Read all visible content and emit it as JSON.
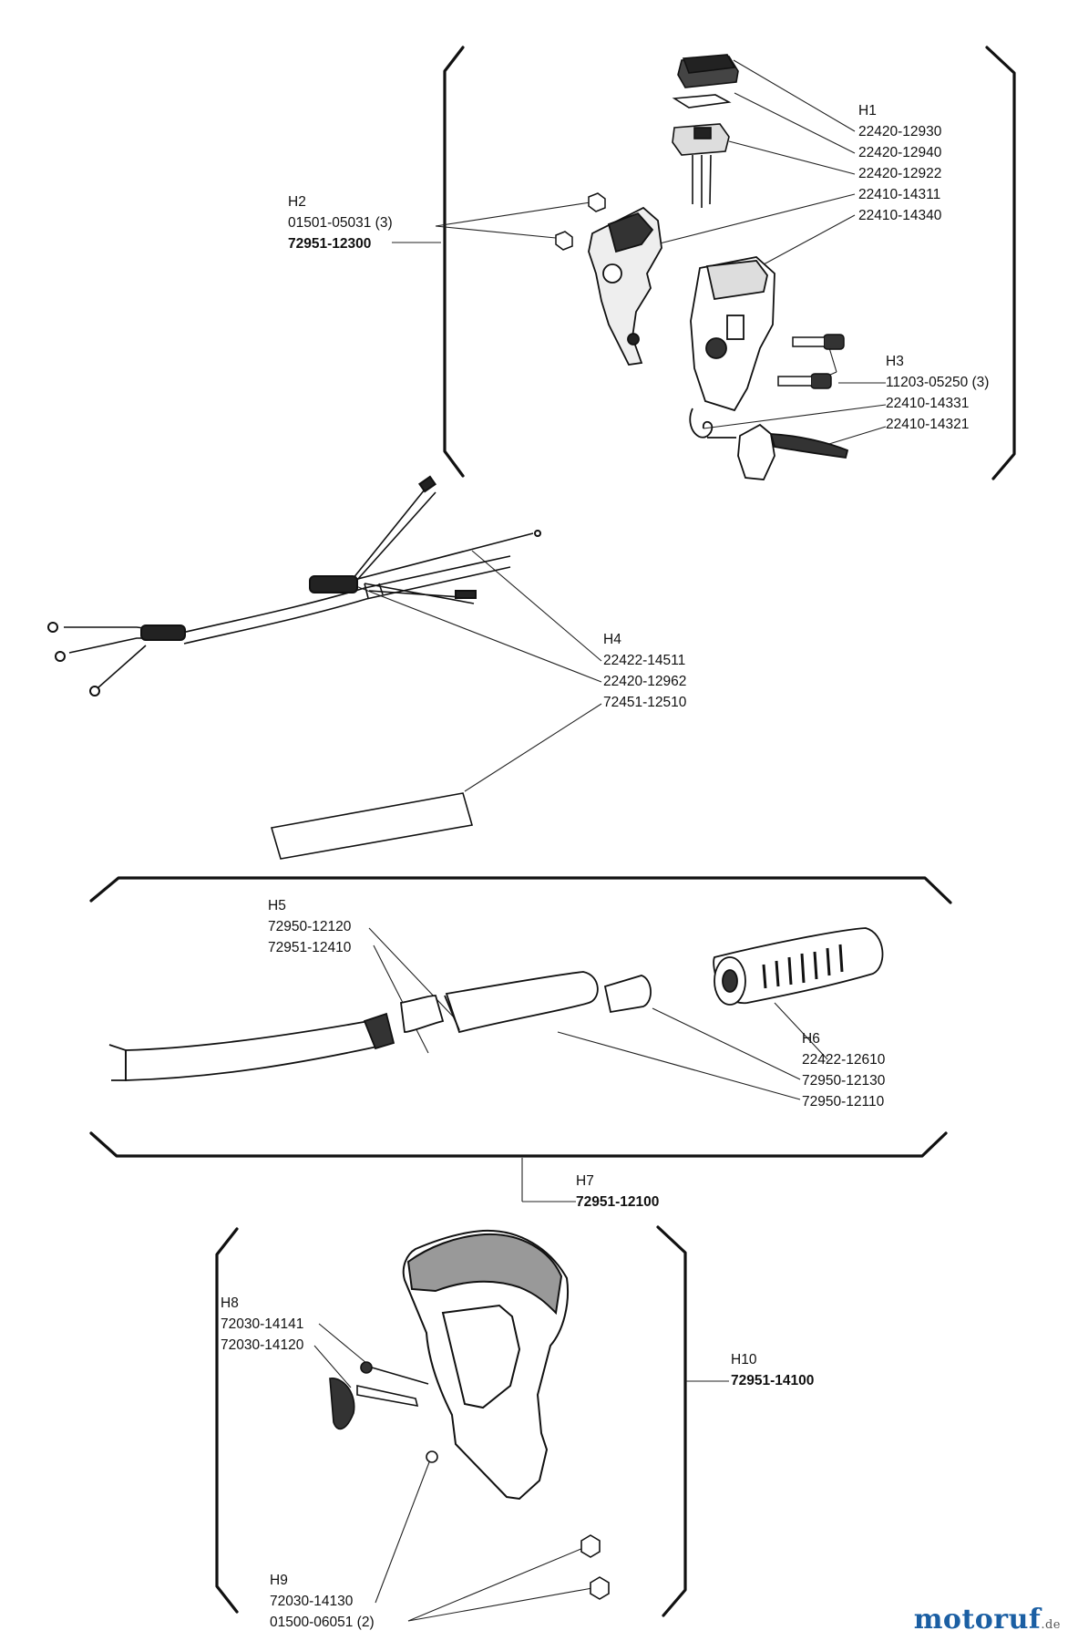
{
  "groups": {
    "h1": {
      "id": "H1",
      "parts": [
        "22420-12930",
        "22420-12940",
        "22420-12922",
        "22410-14311",
        "22410-14340"
      ]
    },
    "h2": {
      "id": "H2",
      "parts": [
        "01501-05031 (3)",
        "72951-12300"
      ]
    },
    "h3": {
      "id": "H3",
      "parts": [
        "11203-05250 (3)",
        "22410-14331",
        "22410-14321"
      ]
    },
    "h4": {
      "id": "H4",
      "parts": [
        "22422-14511",
        "22420-12962",
        "72451-12510"
      ]
    },
    "h5": {
      "id": "H5",
      "parts": [
        "72950-12120",
        "72951-12410"
      ]
    },
    "h6": {
      "id": "H6",
      "parts": [
        "22422-12610",
        "72950-12130",
        "72950-12110"
      ]
    },
    "h7": {
      "id": "H7",
      "parts": [
        "72951-12100"
      ]
    },
    "h8": {
      "id": "H8",
      "parts": [
        "72030-14141",
        "72030-14120"
      ]
    },
    "h9": {
      "id": "H9",
      "parts": [
        "72030-14130",
        "01500-06051 (2)"
      ]
    },
    "h10": {
      "id": "H10",
      "parts": [
        "72951-14100"
      ]
    }
  },
  "watermark": {
    "brand": "motoruf",
    "tld": ".de"
  }
}
